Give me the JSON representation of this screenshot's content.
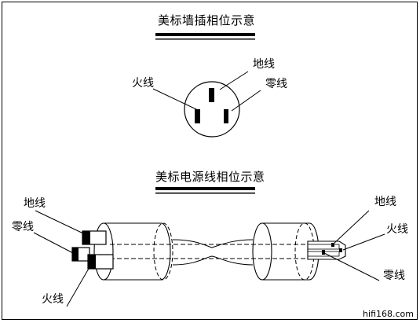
{
  "titles": {
    "wall_socket": "美标墙插相位示意",
    "power_cord": "美标电源线相位示意"
  },
  "socket_labels": {
    "ground": "地线",
    "live": "火线",
    "neutral": "零线"
  },
  "cord_left_labels": {
    "ground": "地线",
    "neutral": "零线",
    "live": "火线"
  },
  "cord_right_labels": {
    "ground": "地线",
    "live": "火线",
    "neutral": "零线"
  },
  "watermark": "hifi168.com",
  "colors": {
    "line": "#000000",
    "background": "#ffffff"
  }
}
